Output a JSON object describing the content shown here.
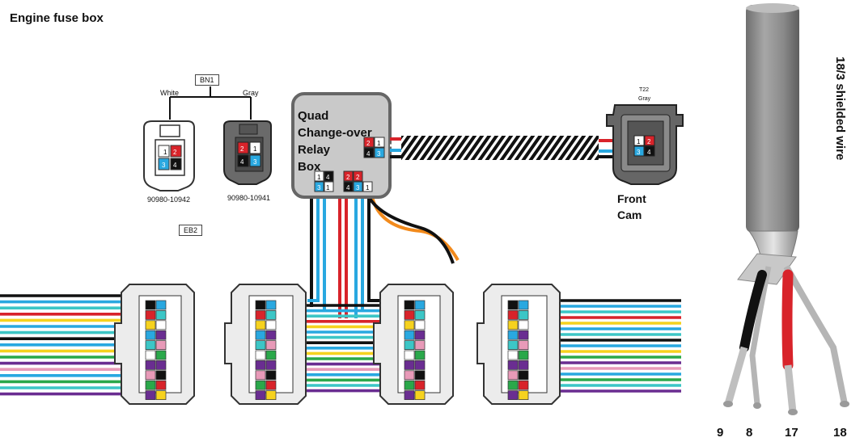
{
  "title": "Engine fuse box",
  "labels": {
    "bn1": "BN1",
    "eb2": "EB2",
    "white": "White",
    "gray": "Gray",
    "part_white": "90980-10942",
    "part_gray": "90980-10941",
    "t22": "T22",
    "t22_gray": "Gray"
  },
  "relay_box": {
    "lines": [
      "Quad",
      "Change-over",
      "Relay",
      "Box"
    ]
  },
  "front_cam": {
    "lines": [
      "Front",
      "Cam"
    ]
  },
  "cable": {
    "label": "18/3 shielded wire",
    "pins": [
      "9",
      "8",
      "17",
      "18"
    ]
  },
  "colors": {
    "red": "#d8232a",
    "blue": "#29a8e0",
    "black": "#111111",
    "orange": "#f28a1c",
    "yellow": "#f6d21e",
    "green": "#2aa84a",
    "purple": "#6a2d91",
    "pink": "#e89ab8",
    "gray": "#8c8c8c",
    "teal": "#3cc6c6"
  }
}
